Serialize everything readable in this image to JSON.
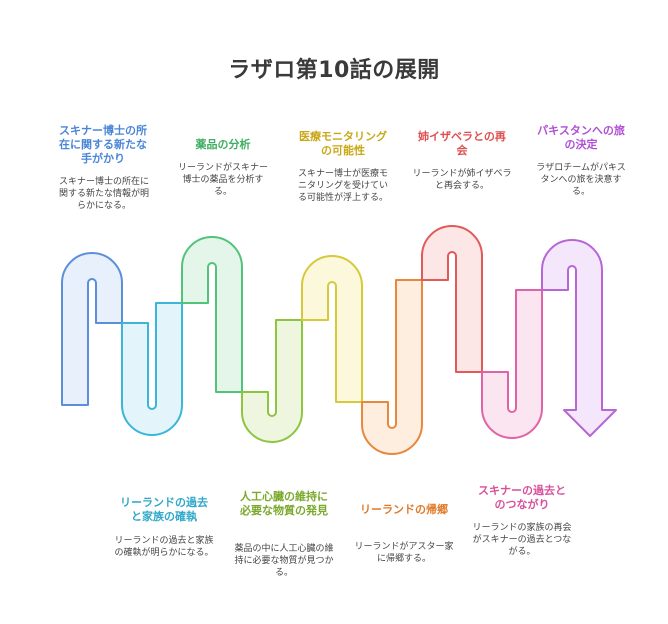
{
  "title": "ラザロ第10話の展開",
  "colors": {
    "blue": "#5b8edb",
    "cyan": "#3cb6d8",
    "green": "#52c47a",
    "lime": "#8cc63f",
    "yellow": "#d6c93a",
    "orange": "#e8883a",
    "red": "#e05a5a",
    "pink": "#e063a8",
    "purple": "#b766d8"
  },
  "steps": [
    {
      "label": "スキナー博士の所在に関する新たな手がかり",
      "desc": "スキナー博士の所在に関する新たな情報が明らかになる。",
      "color": "#4a86d8"
    },
    {
      "label": "リーランドの過去と家族の確執",
      "desc": "リーランドの過去と家族の確執が明らかになる。",
      "color": "#2fa8c9"
    },
    {
      "label": "薬品の分析",
      "desc": "リーランドがスキナー博士の薬品を分析する。",
      "color": "#3fae62"
    },
    {
      "label": "人工心臓の維持に必要な物質の発見",
      "desc": "薬品の中に人工心臓の維持に必要な物質が見つかる。",
      "color": "#7aa92d"
    },
    {
      "label": "医療モニタリングの可能性",
      "desc": "スキナー博士が医療モニタリングを受けている可能性が浮上する。",
      "color": "#c9a818"
    },
    {
      "label": "リーランドの帰郷",
      "desc": "リーランドがアスター家に帰郷する。",
      "color": "#e07a2a"
    },
    {
      "label": "姉イザベラとの再会",
      "desc": "リーランドが姉イザベラと再会する。",
      "color": "#df4f4f"
    },
    {
      "label": "スキナーの過去とのつながり",
      "desc": "リーランドの家族の再会がスキナーの過去とつながる。",
      "color": "#d9509a"
    },
    {
      "label": "パキスタンへの旅の決定",
      "desc": "ラザロチームがパキスタンへの旅を決意する。",
      "color": "#b04fd6"
    }
  ]
}
